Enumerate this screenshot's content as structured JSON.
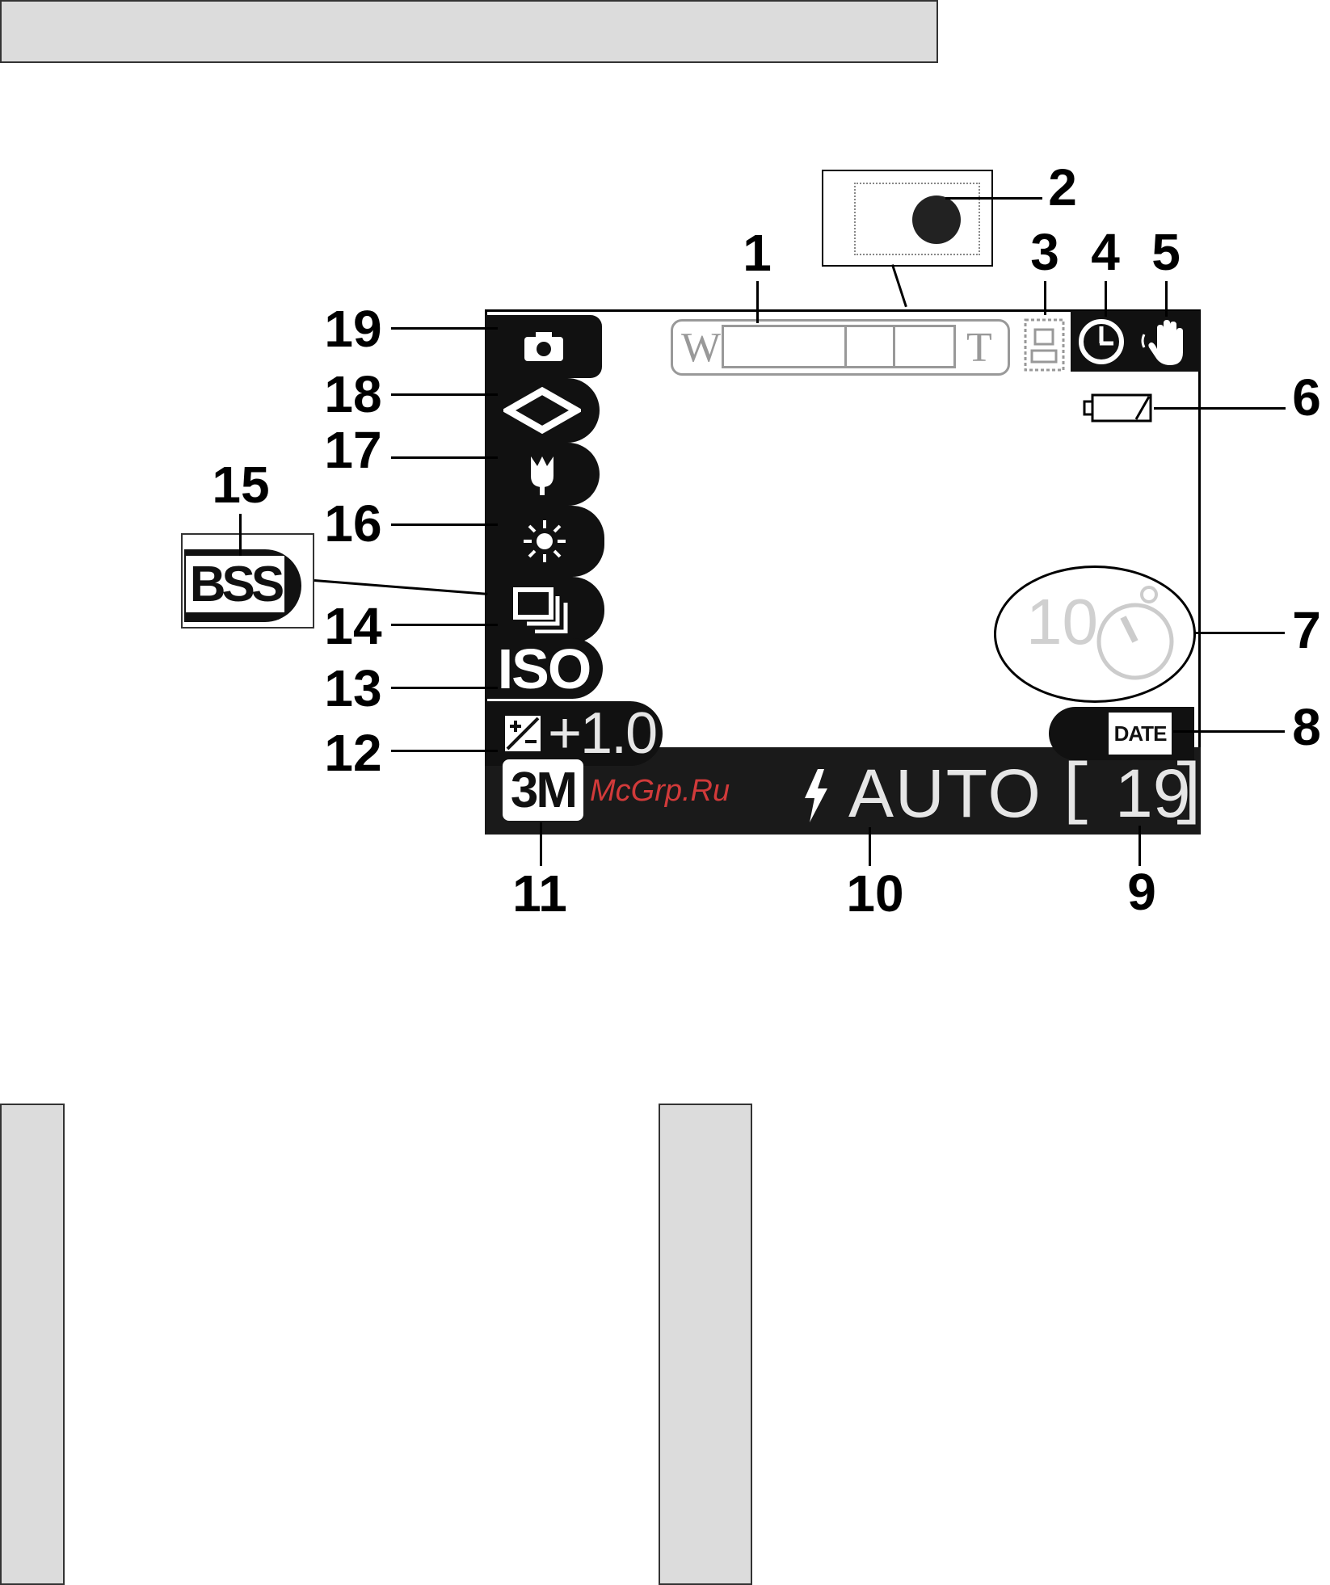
{
  "screen": {
    "exposure_comp": "+1.0",
    "iso_label": "ISO",
    "bss_label": "BSS",
    "image_size": "3M",
    "flash_mode": "AUTO",
    "frames_remaining": "19",
    "self_timer_seconds": "10",
    "date_label": "DATE",
    "zoom_wide": "W",
    "zoom_tele": "T"
  },
  "watermark": "McGrp.Ru",
  "callouts": {
    "c1": "1",
    "c2": "2",
    "c3": "3",
    "c4": "4",
    "c5": "5",
    "c6": "6",
    "c7": "7",
    "c8": "8",
    "c9": "9",
    "c10": "10",
    "c11": "11",
    "c12": "12",
    "c13": "13",
    "c14": "14",
    "c15": "15",
    "c16": "16",
    "c17": "17",
    "c18": "18",
    "c19": "19"
  }
}
